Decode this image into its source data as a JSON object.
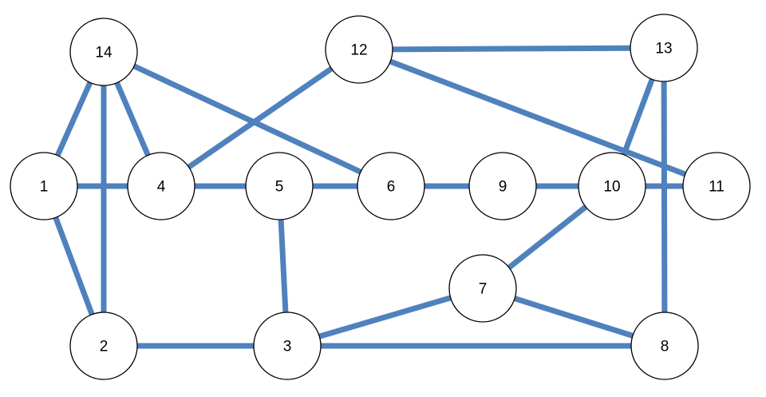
{
  "colors": {
    "edge": "#4f81bd",
    "node_fill": "#ffffff",
    "node_stroke": "#000000"
  },
  "nodes": [
    {
      "id": "1",
      "label": "1"
    },
    {
      "id": "2",
      "label": "2"
    },
    {
      "id": "3",
      "label": "3"
    },
    {
      "id": "4",
      "label": "4"
    },
    {
      "id": "5",
      "label": "5"
    },
    {
      "id": "6",
      "label": "6"
    },
    {
      "id": "7",
      "label": "7"
    },
    {
      "id": "8",
      "label": "8"
    },
    {
      "id": "9",
      "label": "9"
    },
    {
      "id": "10",
      "label": "10"
    },
    {
      "id": "11",
      "label": "11"
    },
    {
      "id": "12",
      "label": "12"
    },
    {
      "id": "13",
      "label": "13"
    },
    {
      "id": "14",
      "label": "14"
    }
  ],
  "edges": [
    [
      "14",
      "1"
    ],
    [
      "14",
      "2"
    ],
    [
      "14",
      "4"
    ],
    [
      "14",
      "6"
    ],
    [
      "1",
      "4"
    ],
    [
      "1",
      "2"
    ],
    [
      "2",
      "3"
    ],
    [
      "4",
      "5"
    ],
    [
      "4",
      "12"
    ],
    [
      "5",
      "6"
    ],
    [
      "5",
      "3"
    ],
    [
      "6",
      "9"
    ],
    [
      "9",
      "10"
    ],
    [
      "10",
      "11"
    ],
    [
      "10",
      "13"
    ],
    [
      "10",
      "7"
    ],
    [
      "12",
      "13"
    ],
    [
      "12",
      "11"
    ],
    [
      "13",
      "8"
    ],
    [
      "7",
      "3"
    ],
    [
      "7",
      "8"
    ],
    [
      "3",
      "8"
    ]
  ]
}
